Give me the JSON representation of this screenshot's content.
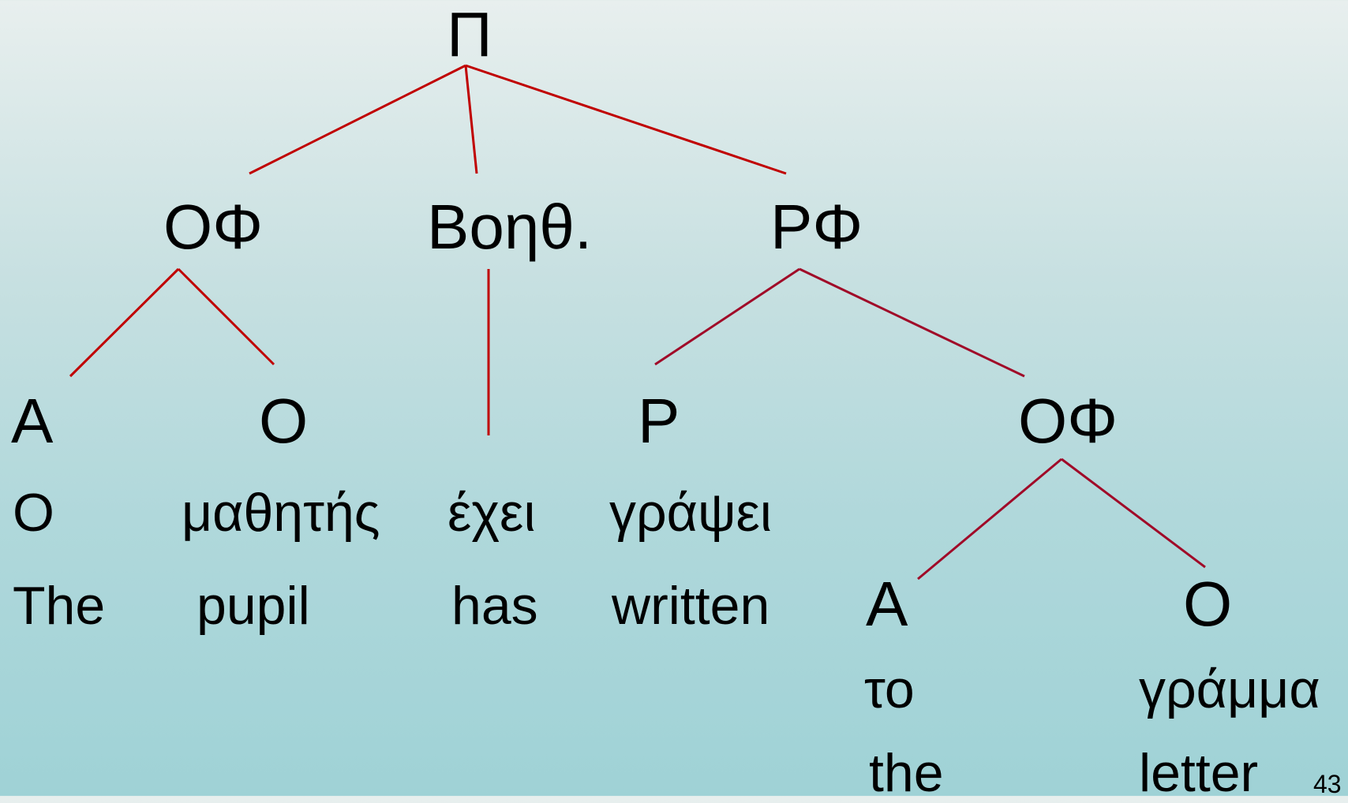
{
  "diagram": {
    "root": "Π",
    "level1": {
      "subject_np": "ΟΦ",
      "auxiliary": "Βοηθ.",
      "verb_phrase": "ΡΦ"
    },
    "level2": {
      "subject_article": "Α",
      "subject_noun": "Ο",
      "verb": "Ρ",
      "object_np": "ΟΦ"
    },
    "level3": {
      "object_article": "Α",
      "object_noun": "Ο"
    },
    "greek_words": {
      "article_subject": "Ο",
      "noun_subject": "μαθητής",
      "auxiliary": "έχει",
      "verb": "γράψει",
      "article_object": "το",
      "noun_object": "γράμμα"
    },
    "english_words": {
      "article_subject": "The",
      "noun_subject": "pupil",
      "auxiliary": "has",
      "verb": "written",
      "article_object": "the",
      "noun_object": "letter"
    },
    "line_color": "#c00000",
    "line_color_dark": "#a00a28"
  },
  "page_number": "43"
}
